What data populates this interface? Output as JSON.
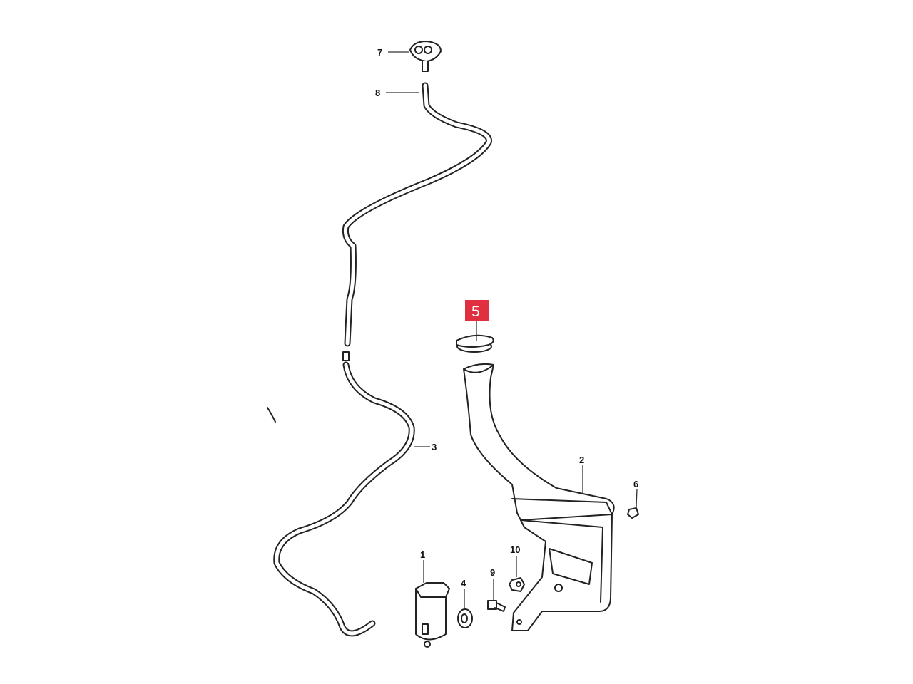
{
  "diagram": {
    "labels": {
      "p1": "1",
      "p2": "2",
      "p3": "3",
      "p4": "4",
      "p5": "5",
      "p6": "6",
      "p7": "7",
      "p8": "8",
      "p9": "9",
      "p10": "10"
    },
    "highlighted_part": "5",
    "highlight_color": "#e0303f"
  }
}
